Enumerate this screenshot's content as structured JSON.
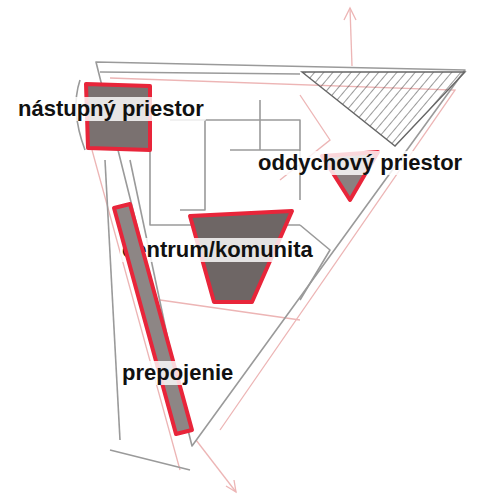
{
  "diagram": {
    "nodes": [
      {
        "text": [
          "nástupný priestor"
        ]
      },
      {
        "text": [
          "oddychový priestor"
        ]
      },
      {
        "text": [
          "centrum/komunita"
        ]
      },
      {
        "text": [
          "prepojenie"
        ]
      }
    ]
  }
}
